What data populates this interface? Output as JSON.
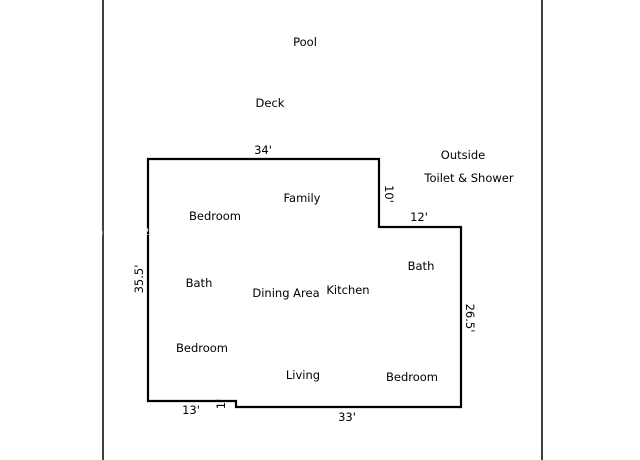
{
  "watermark": "A11655885 © Miami MLS® 2025",
  "outside_labels": {
    "pool": "Pool",
    "deck": "Deck",
    "outside": "Outside",
    "toilet_shower": "Toilet & Shower"
  },
  "rooms": {
    "family": "Family",
    "bedroom_1": "Bedroom",
    "bath_1": "Bath",
    "dining": "Dining Area",
    "kitchen": "Kitchen",
    "bath_2": "Bath",
    "bedroom_2": "Bedroom",
    "living": "Living",
    "bedroom_3": "Bedroom"
  },
  "dimensions": {
    "top": "34'",
    "notch_vertical": "10'",
    "notch_horizontal": "12'",
    "left": "35.5'",
    "right": "26.5'",
    "bottom_left": "13'",
    "bottom_step": "1'",
    "bottom": "33'"
  }
}
